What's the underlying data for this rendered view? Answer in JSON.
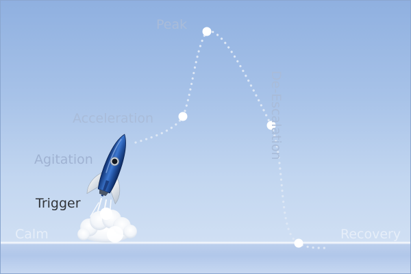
{
  "diagram": {
    "stages": {
      "calm": "Calm",
      "trigger": "Trigger",
      "agitation": "Agitation",
      "acceleration": "Acceleration",
      "peak": "Peak",
      "de_escalation": "De-Escalation",
      "recovery": "Recovery"
    },
    "icons": [
      "rocket-icon",
      "smoke-cloud-icon"
    ],
    "colors": {
      "sky_top": "#8fb0e0",
      "sky_bottom": "#d7e4f5",
      "ground": "#b6cbea",
      "rocket_body": "#1f4fa0",
      "rocket_fin": "#e9edf2",
      "path_dots": "#dde7f5",
      "milestone_dot": "#ffffff",
      "label_text": "#a9bcd9",
      "trigger_text": "#303338"
    }
  }
}
